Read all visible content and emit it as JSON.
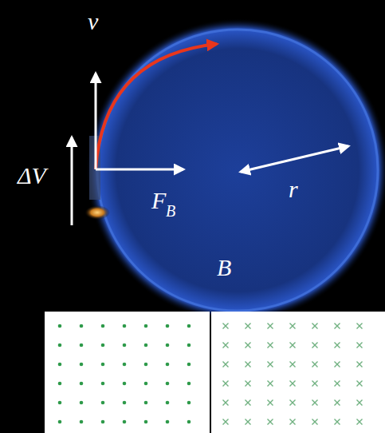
{
  "diagram": {
    "labels": [
      "v",
      "ΔV",
      "F",
      "B",
      "r",
      "B"
    ]
  }
}
